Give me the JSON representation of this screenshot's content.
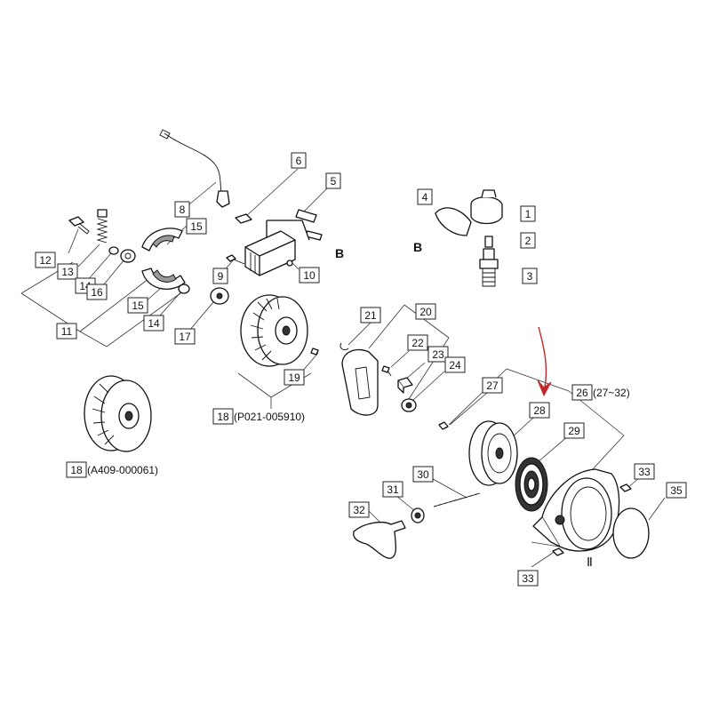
{
  "callouts": [
    {
      "id": "c1",
      "label": "1"
    },
    {
      "id": "c2",
      "label": "2"
    },
    {
      "id": "c3",
      "label": "3"
    },
    {
      "id": "c4",
      "label": "4"
    },
    {
      "id": "c5",
      "label": "5"
    },
    {
      "id": "c6",
      "label": "6"
    },
    {
      "id": "c8",
      "label": "8"
    },
    {
      "id": "c9",
      "label": "9"
    },
    {
      "id": "c10",
      "label": "10"
    },
    {
      "id": "c11",
      "label": "11"
    },
    {
      "id": "c12",
      "label": "12"
    },
    {
      "id": "c13",
      "label": "13"
    },
    {
      "id": "c14a",
      "label": "14"
    },
    {
      "id": "c14b",
      "label": "14"
    },
    {
      "id": "c15a",
      "label": "15"
    },
    {
      "id": "c15b",
      "label": "15"
    },
    {
      "id": "c16",
      "label": "16"
    },
    {
      "id": "c17",
      "label": "17"
    },
    {
      "id": "c18a",
      "label": "18",
      "suffix": "(P021-005910)"
    },
    {
      "id": "c18b",
      "label": "18",
      "suffix": "(A409-000061)"
    },
    {
      "id": "c19",
      "label": "19"
    },
    {
      "id": "c20",
      "label": "20"
    },
    {
      "id": "c21",
      "label": "21"
    },
    {
      "id": "c22",
      "label": "22"
    },
    {
      "id": "c23",
      "label": "23"
    },
    {
      "id": "c24",
      "label": "24"
    },
    {
      "id": "c26",
      "label": "26",
      "suffix": "(27~32)"
    },
    {
      "id": "c27",
      "label": "27"
    },
    {
      "id": "c28",
      "label": "28"
    },
    {
      "id": "c29",
      "label": "29"
    },
    {
      "id": "c30",
      "label": "30"
    },
    {
      "id": "c31",
      "label": "31"
    },
    {
      "id": "c32",
      "label": "32"
    },
    {
      "id": "c33a",
      "label": "33"
    },
    {
      "id": "c33b",
      "label": "33"
    },
    {
      "id": "c35",
      "label": "35"
    }
  ],
  "markers": {
    "b_left": "B",
    "b_right": "B",
    "roman_two": "Ⅱ"
  },
  "colors": {
    "highlight_arrow": "#c0282d",
    "ink": "#111111"
  },
  "highlight": {
    "target_callout": "28"
  }
}
